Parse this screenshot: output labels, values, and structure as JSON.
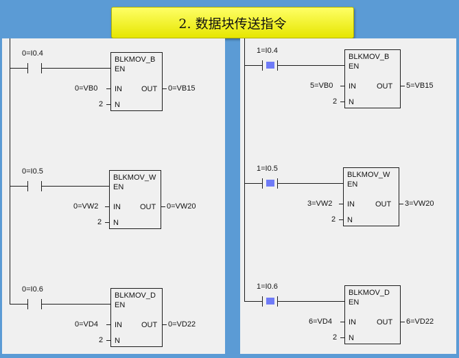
{
  "title": "2. 数据块传送指令",
  "left": {
    "rungs": [
      {
        "contact": "0=I0.4",
        "block": "BLKMOV_B",
        "en": "EN",
        "in_label": "IN",
        "out_label": "OUT",
        "n_label": "N",
        "in_value": "0=VB0",
        "out_value": "0=VB15",
        "n_value": "2"
      },
      {
        "contact": "0=I0.5",
        "block": "BLKMOV_W",
        "en": "EN",
        "in_label": "IN",
        "out_label": "OUT",
        "n_label": "N",
        "in_value": "0=VW2",
        "out_value": "0=VW20",
        "n_value": "2"
      },
      {
        "contact": "0=I0.6",
        "block": "BLKMOV_D",
        "en": "EN",
        "in_label": "IN",
        "out_label": "OUT",
        "n_label": "N",
        "in_value": "0=VD4",
        "out_value": "0=VD22",
        "n_value": "2"
      }
    ]
  },
  "right": {
    "rungs": [
      {
        "contact": "1=I0.4",
        "block": "BLKMOV_B",
        "en": "EN",
        "in_label": "IN",
        "out_label": "OUT",
        "n_label": "N",
        "in_value": "5=VB0",
        "out_value": "5=VB15",
        "n_value": "2"
      },
      {
        "contact": "1=I0.5",
        "block": "BLKMOV_W",
        "en": "EN",
        "in_label": "IN",
        "out_label": "OUT",
        "n_label": "N",
        "in_value": "3=VW2",
        "out_value": "3=VW20",
        "n_value": "2"
      },
      {
        "contact": "1=I0.6",
        "block": "BLKMOV_D",
        "en": "EN",
        "in_label": "IN",
        "out_label": "OUT",
        "n_label": "N",
        "in_value": "6=VD4",
        "out_value": "6=VD22",
        "n_value": "2"
      }
    ]
  },
  "colors": {
    "contact_energized": "#6f7bf7",
    "title_bg": "#ffff33",
    "background": "#5b9bd5"
  }
}
